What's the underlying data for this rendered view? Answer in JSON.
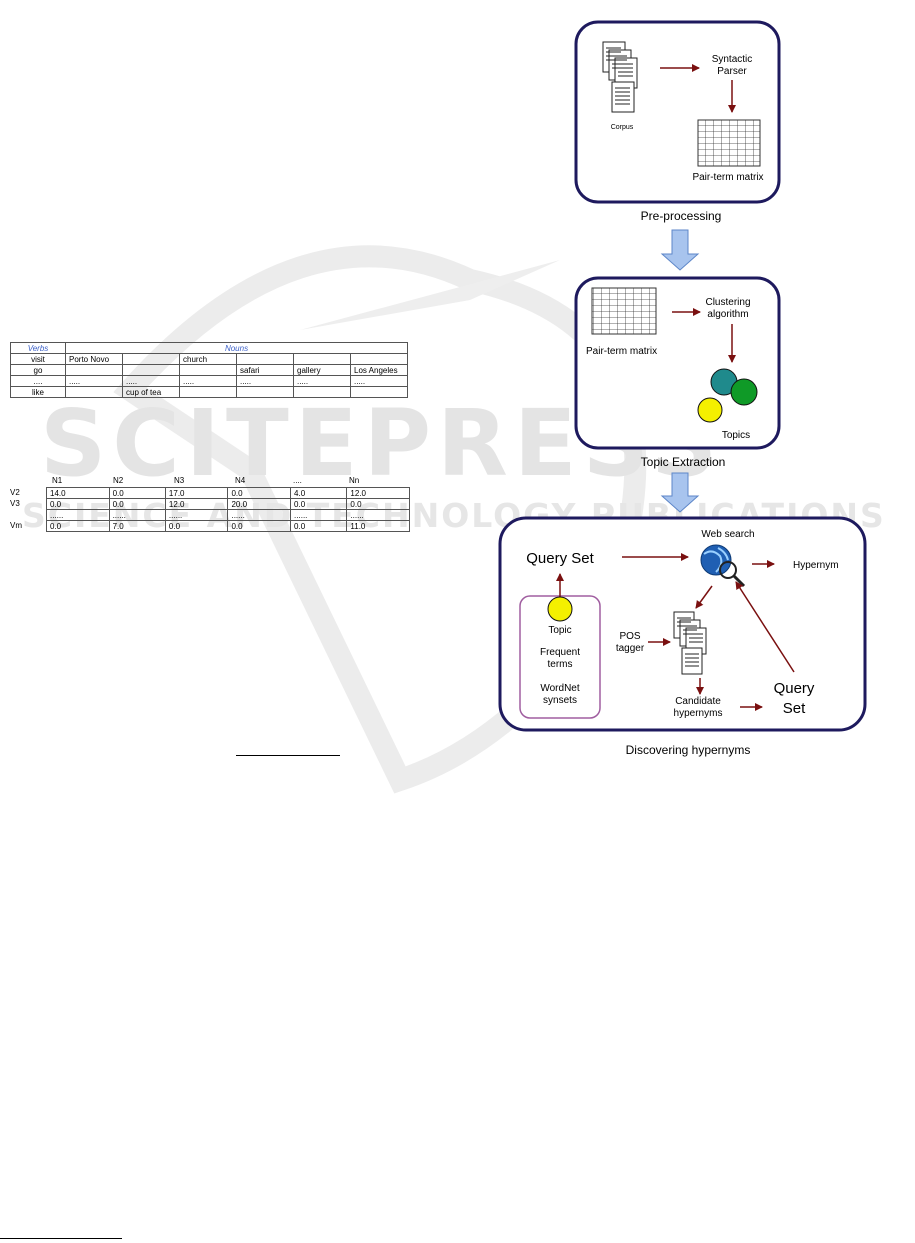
{
  "watermark": {
    "main": "SCITEPRESS",
    "sub": "SCIENCE AND TECHNOLOGY PUBLICATIONS"
  },
  "verbs_nouns_table": {
    "header_verbs": "Verbs",
    "header_nouns": "Nouns",
    "rows": [
      [
        "visit",
        "Porto Novo",
        "",
        "church",
        "",
        "",
        ""
      ],
      [
        "go",
        "",
        "",
        "",
        "safari",
        "gallery",
        "Los Angeles"
      ],
      [
        "....",
        ".....",
        ".....",
        ".....",
        ".....",
        ".....",
        "....."
      ],
      [
        "like",
        "",
        "cup of tea",
        "",
        "",
        "",
        ""
      ]
    ]
  },
  "matrix": {
    "columns": [
      "N1",
      "N2",
      "N3",
      "N4",
      "....",
      "Nn"
    ],
    "row_labels": [
      "V2",
      "V3",
      "",
      "Vm"
    ],
    "rows": [
      [
        "14.0",
        "0.0",
        "17.0",
        "0.0",
        "4.0",
        "12.0"
      ],
      [
        "0.0",
        "0.0",
        "12.0",
        "20.0",
        "0.0",
        "0.0"
      ],
      [
        "......",
        "......",
        "......",
        "......",
        "......",
        "......"
      ],
      [
        "0.0",
        "7.0",
        "0.0",
        "0.0",
        "0.0",
        "11.0"
      ]
    ]
  },
  "diagram": {
    "preprocessing": {
      "corpus": "Corpus",
      "parser_line1": "Syntactic",
      "parser_line2": "Parser",
      "matrix": "Pair-term matrix",
      "caption": "Pre-processing"
    },
    "topic_extraction": {
      "matrix": "Pair-term matrix",
      "clustering_line1": "Clustering",
      "clustering_line2": "algorithm",
      "topics": "Topics",
      "caption": "Topic Extraction"
    },
    "hypernyms": {
      "query_set": "Query Set",
      "web_search": "Web search",
      "hypernym": "Hypernym",
      "topic": "Topic",
      "frequent_line1": "Frequent",
      "frequent_line2": "terms",
      "wordnet_line1": "WordNet",
      "wordnet_line2": "synsets",
      "pos_line1": "POS",
      "pos_line2": "tagger",
      "candidate_line1": "Candidate",
      "candidate_line2": "hypernyms",
      "query_line1": "Query",
      "query_line2": "Set",
      "caption": "Discovering hypernyms"
    },
    "colors": {
      "box_border": "#1e1a5e",
      "arrow": "#7a1010",
      "block_arrow_fill": "#a8c4ee",
      "block_arrow_stroke": "#5d86c8",
      "topic_yellow": "#f4f000",
      "topic_teal": "#1f8a8c",
      "topic_green": "#0f9a27",
      "list_border": "#a05ea0"
    }
  }
}
